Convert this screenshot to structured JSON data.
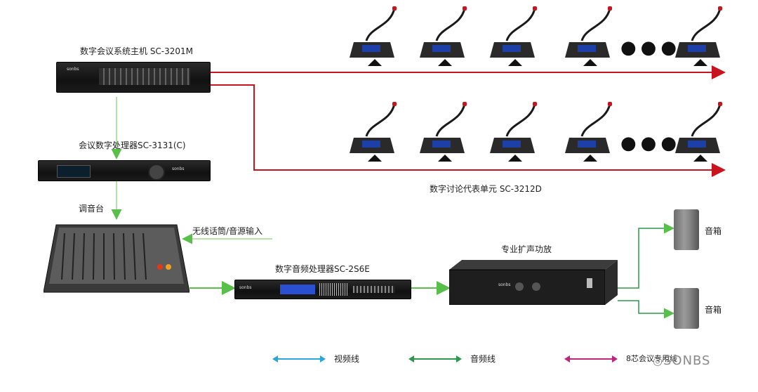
{
  "labels": {
    "host": "数字会议系统主机 SC-3201M",
    "processor": "会议数字处理器SC-3131(C)",
    "mixer": "调音台",
    "wireless_in": "无线话筒/音源输入",
    "audio_processor": "数字音频处理器SC-2S6E",
    "amplifier": "专业扩声功放",
    "speaker_1": "音箱",
    "speaker_2": "音箱",
    "delegate_unit": "数字讨论代表单元 SC-3212D"
  },
  "device_brand": "sonbs",
  "legend": [
    {
      "label": "视频线",
      "color": "#2aa6d8"
    },
    {
      "label": "音频线",
      "color": "#2a9a48"
    },
    {
      "label": "8芯会议专用线",
      "color": "#c0247a"
    }
  ],
  "watermark": "SONBS",
  "colors": {
    "conference_line": "#c8141e",
    "audio_line": "#58c04a",
    "video_line": "#2aa6d8"
  }
}
